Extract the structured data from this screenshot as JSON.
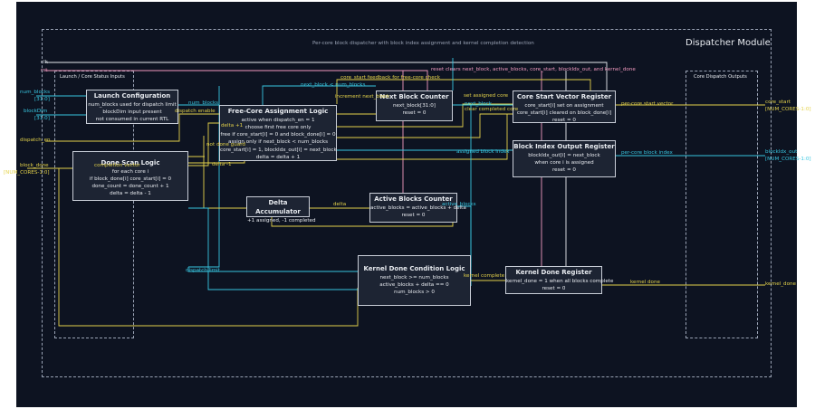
{
  "module_title": "Dispatcher Module",
  "subtitle": "Per-core block dispatcher with block index assignment and kernel completion detection",
  "groups": {
    "inputs": "Launch / Core Status Inputs",
    "outputs": "Core Dispatch Outputs"
  },
  "ports": {
    "clk": "clk",
    "rst": "rst",
    "num_blocks": "num_blocks",
    "num_blocks_w": "[31:0]",
    "blockdim": "blockDim",
    "blockdim_w": "[31:0]",
    "dispatch_en": "dispatch_en",
    "block_done": "block_done",
    "block_done_w": "[NUM_CORES-1:0]",
    "core_start": "core_start",
    "core_start_w": "[NUM_CORES-1:0]",
    "blockidx_out": "blockIdx_out",
    "blockidx_out_w": "[NUM_CORES-1:0]",
    "kernel_done": "kernel_done"
  },
  "blocks": {
    "launch": {
      "title": "Launch Configuration",
      "lines": [
        "num_blocks used for dispatch limit",
        "blockDim input present",
        "not consumed in current RTL"
      ]
    },
    "done_scan": {
      "title": "Done Scan Logic",
      "lines": [
        "for each core i",
        "if block_done[i]  core_start[i] = 0",
        "done_count = done_count + 1",
        "delta = delta - 1"
      ]
    },
    "free_core": {
      "title": "Free-Core Assignment Logic",
      "lines": [
        "active when dispatch_en = 1",
        "choose first free core only",
        "free if core_start[i] = 0 and block_done[i] = 0",
        "assign only if next_block < num_blocks",
        "core_start[i] = 1, blockIdx_out[i] = next_block",
        "delta = delta + 1"
      ]
    },
    "next_block": {
      "title": "Next Block Counter",
      "lines": [
        "next_block[31:0]",
        "reset = 0"
      ]
    },
    "delta_acc": {
      "title": "Delta Accumulator",
      "lines": [
        "+1 assigned, -1 completed"
      ]
    },
    "active_blocks": {
      "title": "Active Blocks Counter",
      "lines": [
        "active_blocks = active_blocks + delta",
        "reset = 0"
      ]
    },
    "core_start_reg": {
      "title": "Core Start Vector Register",
      "lines": [
        "core_start[i] set on assignment",
        "core_start[i] cleared on block_done[i]",
        "reset = 0"
      ]
    },
    "blockidx_reg": {
      "title": "Block Index Output Register",
      "lines": [
        "blockIdx_out[i] = next_block",
        "when core i is assigned",
        "reset = 0"
      ]
    },
    "kernel_cond": {
      "title": "Kernel Done Condition Logic",
      "lines": [
        "next_block >= num_blocks",
        "active_blocks + delta == 0",
        "num_blocks > 0"
      ]
    },
    "kernel_reg": {
      "title": "Kernel Done Register",
      "lines": [
        "kernel_done = 1 when all blocks complete",
        "reset = 0"
      ]
    }
  },
  "wire_labels": {
    "reset_note": "reset clears next_block, active_blocks, core_start, blockIdx_out, and kernel_done",
    "core_start_feedback": "core_start feedback for free-core check",
    "next_block_lt": "next_block < num_blocks",
    "num_blocks_w": "num_blocks",
    "dispatch_enable": "dispatch enable",
    "delta_plus": "delta +1",
    "not_done_guard": "not done guard",
    "completion_vector": "completion vector",
    "delta_minus": "delta -1",
    "increment_next_block": "increment next_block",
    "set_assigned_core": "set assigned core",
    "next_block": "next_block",
    "clear_completed_core": "clear completed core",
    "assigned_block_index": "assigned block index",
    "delta": "delta",
    "active_blocks": "active_blocks",
    "dispatch_limit": "dispatch limit",
    "kernel_complete": "kernel complete",
    "per_core_start_vector": "per-core start vector",
    "per_core_block_index": "per-core block index",
    "kernel_done": "kernel done"
  },
  "colors": {
    "background": "#0d1321",
    "block_fill": "#1d2433",
    "cyan": "#38c6e0",
    "yellow": "#e4d24a",
    "pink": "#f29ac0",
    "white": "#e8ebf0"
  }
}
